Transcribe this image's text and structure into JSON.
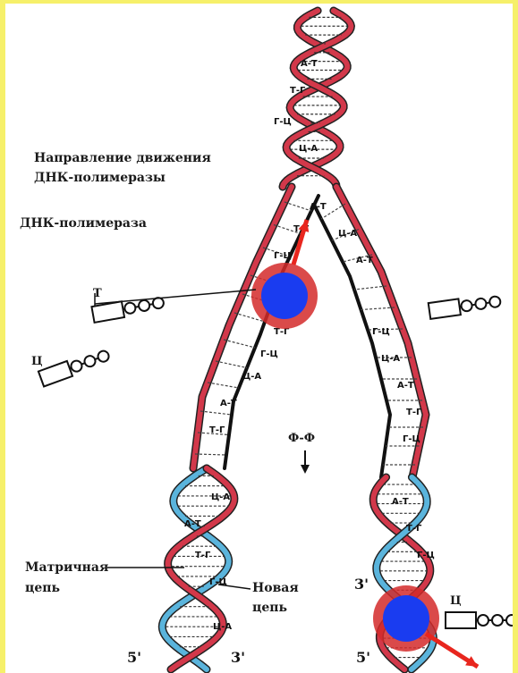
{
  "labels": {
    "direction_line1": "Направление движения",
    "direction_line2": "ДНК-полимеразы",
    "polymerase": "ДНК-полимераза",
    "template_strand_line1": "Матричная",
    "template_strand_line2": "цепь",
    "new_strand_line1": "Новая",
    "new_strand_line2": "цепь"
  },
  "ends": {
    "left_5": "5'",
    "left_3": "3'",
    "right_3": "3'",
    "right_5": "5'"
  },
  "nucleotides": {
    "left_free_base": "Т",
    "left_lower_base": "Ц",
    "right_free_base": "",
    "bottom_right_base": "Ц",
    "phosphate_symbol": "Ф",
    "diphosphate": "Ф-Ф"
  },
  "colors": {
    "old_strand": "#d2384a",
    "new_strand": "#5ab4dc",
    "polymerase_core": "#1a3cf0",
    "polymerase_ring": "#d42a2a",
    "arrow": "#e8261e",
    "background_border": "#f6f06a"
  },
  "icons": {
    "polymerase": "polymerase-sphere-icon",
    "direction_arrow": "arrow-icon",
    "nucleotide": "nucleotide-triphosphate-icon"
  }
}
